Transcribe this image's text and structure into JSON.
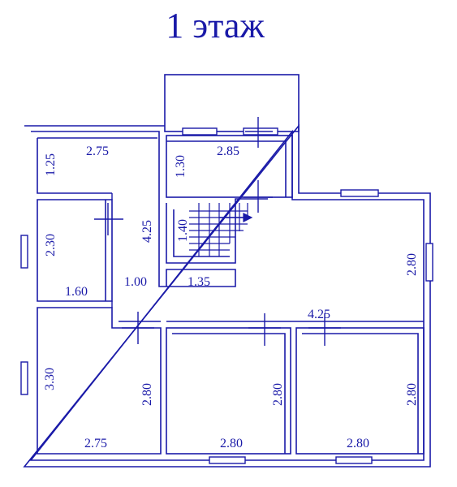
{
  "title": "1 этаж",
  "colors": {
    "line": "#1a1aa8",
    "background": "#ffffff"
  },
  "dimensions": {
    "room_tl_width": "2.75",
    "room_tl_height": "1.25",
    "room_ml_height": "2.30",
    "room_ml_width": "1.60",
    "corridor_height": "4.25",
    "corridor_width": "1.00",
    "bath_width": "2.85",
    "bath_height": "1.30",
    "stair_height": "1.40",
    "stair_width": "1.35",
    "living_width": "4.25",
    "living_height": "2.80",
    "room_bl_height": "3.30",
    "room_bl_height2": "2.80",
    "room_bl_width": "2.75",
    "room_bm_height": "2.80",
    "room_bm_width": "2.80",
    "room_br_height": "2.80",
    "room_br_width": "2.80"
  }
}
